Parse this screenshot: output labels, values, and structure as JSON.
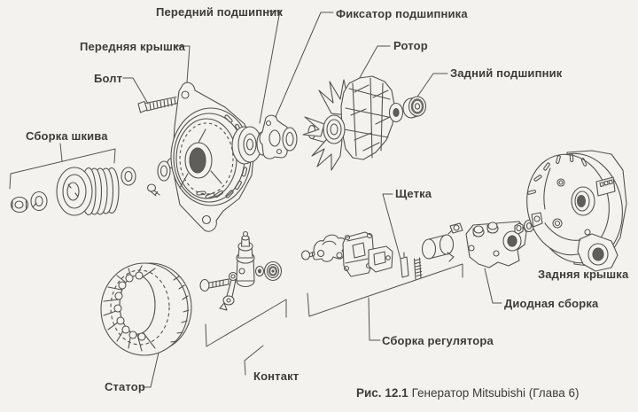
{
  "figure": {
    "caption_number": "Рис. 12.1",
    "caption_title": "Генератор Mitsubishi (Глава 6)"
  },
  "labels": {
    "bolt": "Болт",
    "front_cover": "Передняя крышка",
    "front_bearing": "Передний подшипник",
    "bearing_retainer": "Фиксатор подшипника",
    "rotor": "Ротор",
    "rear_bearing": "Задний подшипник",
    "pulley_assembly": "Сборка шкива",
    "brush": "Щетка",
    "rear_cover": "Задняя крышка",
    "diode_assembly": "Диодная сборка",
    "regulator_assembly": "Сборка регулятора",
    "contact": "Контакт",
    "stator": "Статор"
  },
  "colors": {
    "background": "#f3f2ef",
    "line": "#55534f",
    "text": "#3d3c39"
  }
}
